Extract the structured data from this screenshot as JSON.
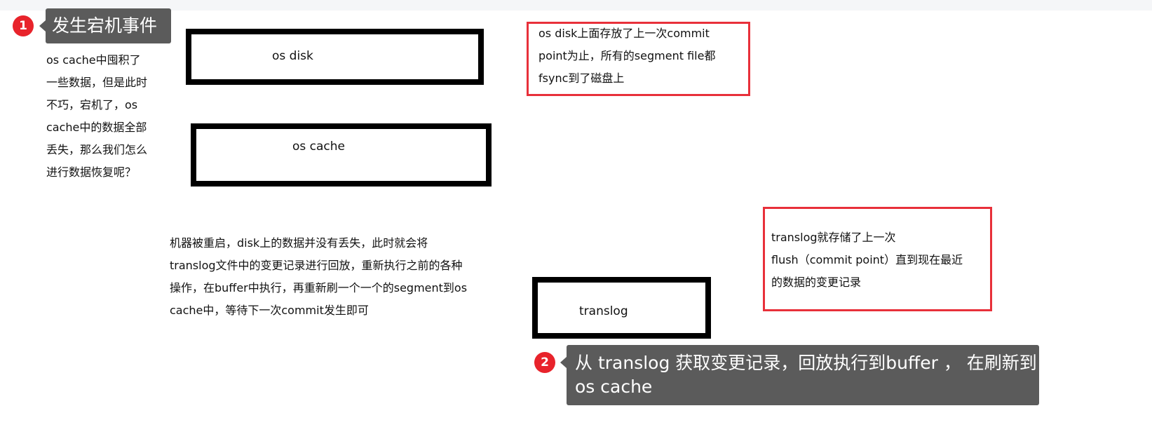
{
  "callout_1": {
    "number": "1",
    "text": "发生宕机事件"
  },
  "callout_2": {
    "number": "2",
    "lines": [
      "从 translog 获取变更记录，回放执行到buffer ， 在刷新到",
      "os cache"
    ]
  },
  "boxes": {
    "os_disk": "os disk",
    "os_cache": "os cache",
    "translog": "translog"
  },
  "left_note": {
    "lines": [
      "os cache中囤积了",
      "一些数据，但是此时",
      "不巧，宕机了，os",
      "cache中的数据全部",
      "丢失，那么我们怎么",
      "进行数据恢复呢？"
    ]
  },
  "restart_note": {
    "lines": [
      "机器被重启，disk上的数据并没有丢失，此时就会将",
      "translog文件中的变更记录进行回放，重新执行之前的各种",
      "操作，在buffer中执行，再重新刷一个一个的segment到os",
      "cache中，等待下一次commit发生即可"
    ]
  },
  "disk_note": {
    "lines": [
      "os disk上面存放了上一次commit",
      "point为止，所有的segment file都",
      "fsync到了磁盘上"
    ]
  },
  "translog_note": {
    "lines": [
      "translog就存储了上一次",
      "flush（commit point）直到现在最近",
      "的数据的变更记录"
    ]
  },
  "colors": {
    "badge": "#e8232b",
    "callout_bg": "#5b5b5b",
    "note_border": "#e8303a",
    "box_border": "#000000"
  }
}
